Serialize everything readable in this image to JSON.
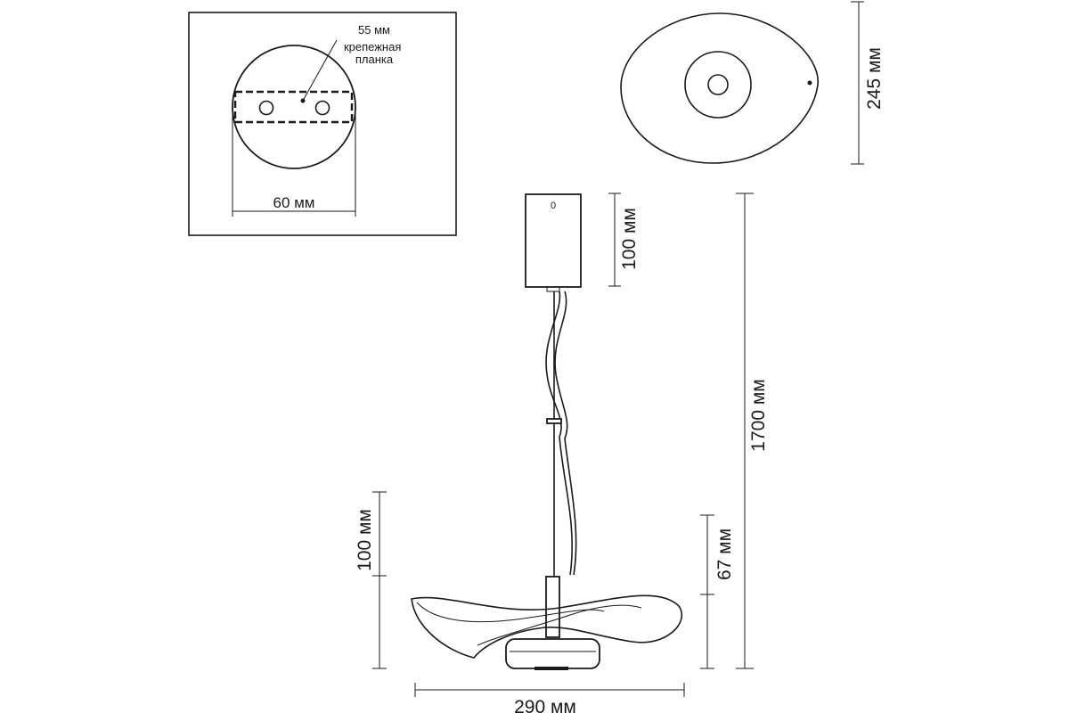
{
  "detail": {
    "plate_label": "крепежная\nпланка",
    "plate_width": "55 мм",
    "canopy_diameter": "60 мм"
  },
  "top_view": {
    "width": "245 мм"
  },
  "side_view": {
    "canopy_height": "100 мм",
    "total_height": "1700 мм",
    "shade_height": "100 мм",
    "body_height": "67 мм",
    "shade_width": "290 мм"
  },
  "canopy_mark": "0"
}
